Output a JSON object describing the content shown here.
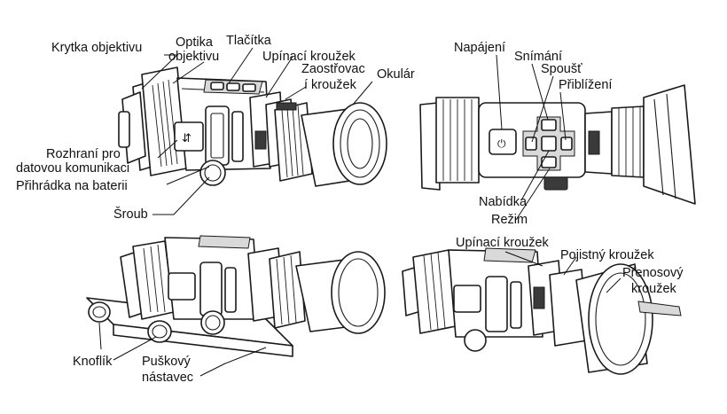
{
  "figures": {
    "side_view": {
      "labels": {
        "lens_cover": "Krytka objektivu",
        "objective_line1": "Optika",
        "objective_line2": "objektivu",
        "buttons": "Tlačítka",
        "mount_ring": "Upínací kroužek",
        "focus_line1": "Zaostřovac",
        "focus_line2": "í kroužek",
        "eyepiece": "Okulár",
        "data_port_line1": "Rozhraní pro",
        "data_port_line2": "datovou komunikaci",
        "battery": "Přihrádka na baterii",
        "screw": "Šroub"
      }
    },
    "top_view": {
      "labels": {
        "power": "Napájení",
        "capture": "Snímání",
        "shutter": "Spoušť",
        "zoom": "Přiblížení",
        "menu": "Nabídka",
        "mode": "Režim"
      }
    },
    "rail_view": {
      "labels": {
        "knob": "Knoflík",
        "rifle_line1": "Puškový",
        "rifle_line2": "nástavec"
      }
    },
    "adapter_view": {
      "labels": {
        "mount_ring": "Upínací kroužek",
        "lock_ring": "Pojistný kroužek",
        "adapter_line1": "Přenosový",
        "adapter_line2": "kroužek"
      }
    }
  }
}
